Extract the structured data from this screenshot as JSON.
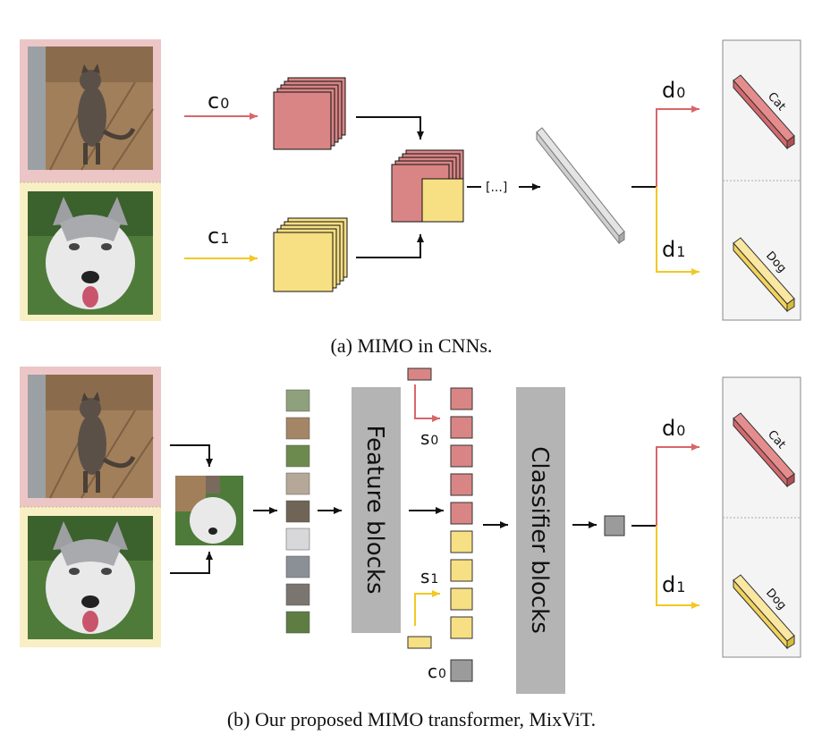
{
  "panel_a": {
    "caption": "(a) MIMO in CNNs.",
    "input_label_0_base": "c",
    "input_label_0_sub": "0",
    "input_label_1_base": "c",
    "input_label_1_sub": "1",
    "ellipsis": "[...]",
    "output_label_0_base": "d",
    "output_label_0_sub": "0",
    "output_label_1_base": "d",
    "output_label_1_sub": "1",
    "class_0": "Cat",
    "class_1": "Dog"
  },
  "panel_b": {
    "caption": "(b) Our proposed MIMO transformer, MixViT.",
    "feature_blocks": "Feature blocks",
    "classifier_blocks": "Classifier blocks",
    "token_label_0_base": "s",
    "token_label_0_sub": "0",
    "token_label_1_base": "s",
    "token_label_1_sub": "1",
    "cls_label_base": "c",
    "cls_label_sub": "0",
    "output_label_0_base": "d",
    "output_label_0_sub": "0",
    "output_label_1_base": "d",
    "output_label_1_sub": "1",
    "class_0": "Cat",
    "class_1": "Dog"
  },
  "colors": {
    "red_path": "#d9666a",
    "red_fill": "#d98585",
    "yellow_path": "#f2c822",
    "yellow_fill": "#f7df83",
    "pink_bg": "#ecc6c6",
    "cream_bg": "#f8efc5",
    "gray_block": "#b4b4b4",
    "black": "#111111"
  },
  "icons": {
    "input_image_0": "cat-photo",
    "input_image_1": "dog-photo"
  }
}
